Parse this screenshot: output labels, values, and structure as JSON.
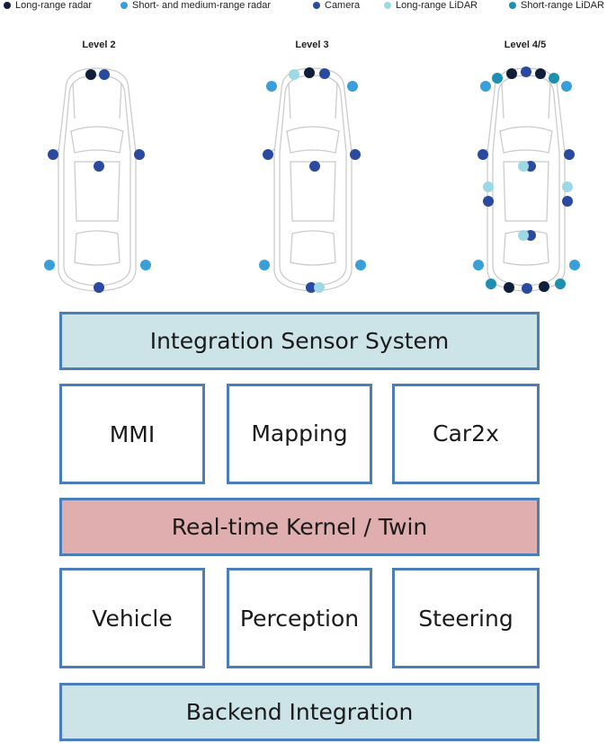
{
  "legend": [
    {
      "label": "Long-range radar",
      "color": "#0f1f3a",
      "icon": "dot-icon"
    },
    {
      "label": "Short- and medium-range radar",
      "color": "#3a9fd8",
      "icon": "dot-icon"
    },
    {
      "label": "Camera",
      "color": "#2a4aa0",
      "icon": "dot-icon"
    },
    {
      "label": "Long-range LiDAR",
      "color": "#9dd8e6",
      "icon": "dot-icon"
    },
    {
      "label": "Short-range LiDAR",
      "color": "#1d8fb0",
      "icon": "dot-icon"
    }
  ],
  "levels": [
    {
      "label": "Level 2"
    },
    {
      "label": "Level 3"
    },
    {
      "label": "Level 4/5"
    }
  ],
  "blocks": {
    "integration_sensor_system": "Integration Sensor System",
    "mmi": "MMI",
    "mapping": "Mapping",
    "car2x": "Car2x",
    "realtime_kernel": "Real-time Kernel / Twin",
    "vehicle": "Vehicle",
    "perception": "Perception",
    "steering": "Steering",
    "backend_integration": "Backend Integration"
  },
  "colors": {
    "block_border": "#4a7ebb",
    "block_light": "#cce3e8",
    "block_red": "#e0aeaf",
    "long_range_radar": "#0f1f3a",
    "short_medium_radar": "#3a9fd8",
    "camera": "#2a4aa0",
    "long_range_lidar": "#9dd8e6",
    "short_range_lidar": "#1d8fb0"
  }
}
